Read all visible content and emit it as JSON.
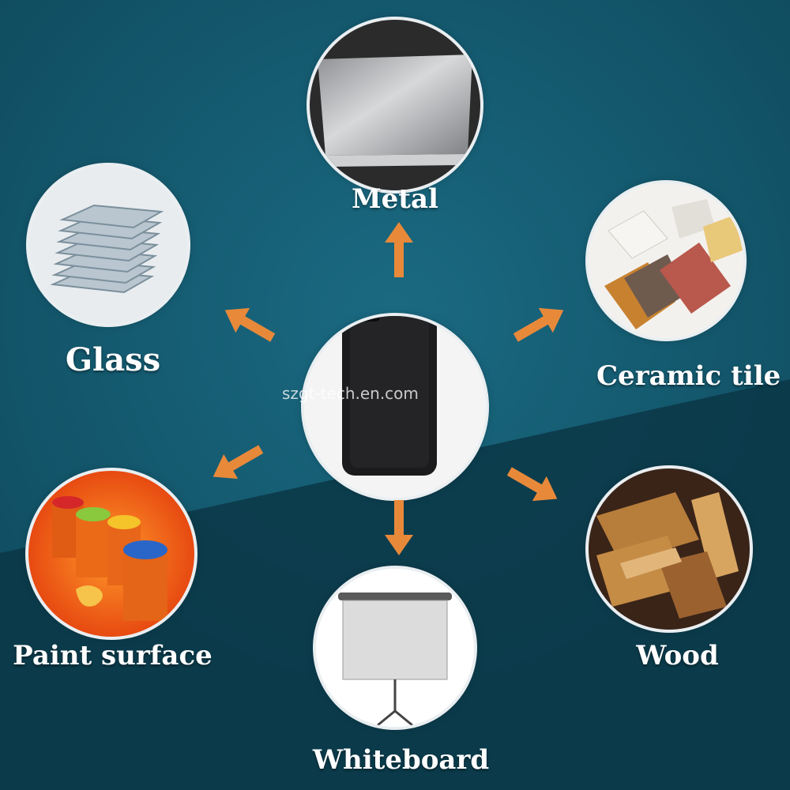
{
  "center": {
    "watermark": "szgt-tech.en.com",
    "product_icon": "phone-case-icon"
  },
  "materials": [
    {
      "id": "metal",
      "label": "Metal",
      "icon": "metal-plate-icon"
    },
    {
      "id": "glass",
      "label": "Glass",
      "icon": "glass-sheets-icon"
    },
    {
      "id": "ceramic",
      "label": "Ceramic tile",
      "icon": "ceramic-tiles-icon"
    },
    {
      "id": "paint",
      "label": "Paint surface",
      "icon": "paint-cans-icon"
    },
    {
      "id": "wood",
      "label": "Wood",
      "icon": "wood-blocks-icon"
    },
    {
      "id": "whiteboard",
      "label": "Whiteboard",
      "icon": "projection-screen-icon"
    }
  ],
  "colors": {
    "background_top": "#14586e",
    "background_bottom": "#0c3d4e",
    "arrow": "#e8893a",
    "label": "#ffffff"
  }
}
